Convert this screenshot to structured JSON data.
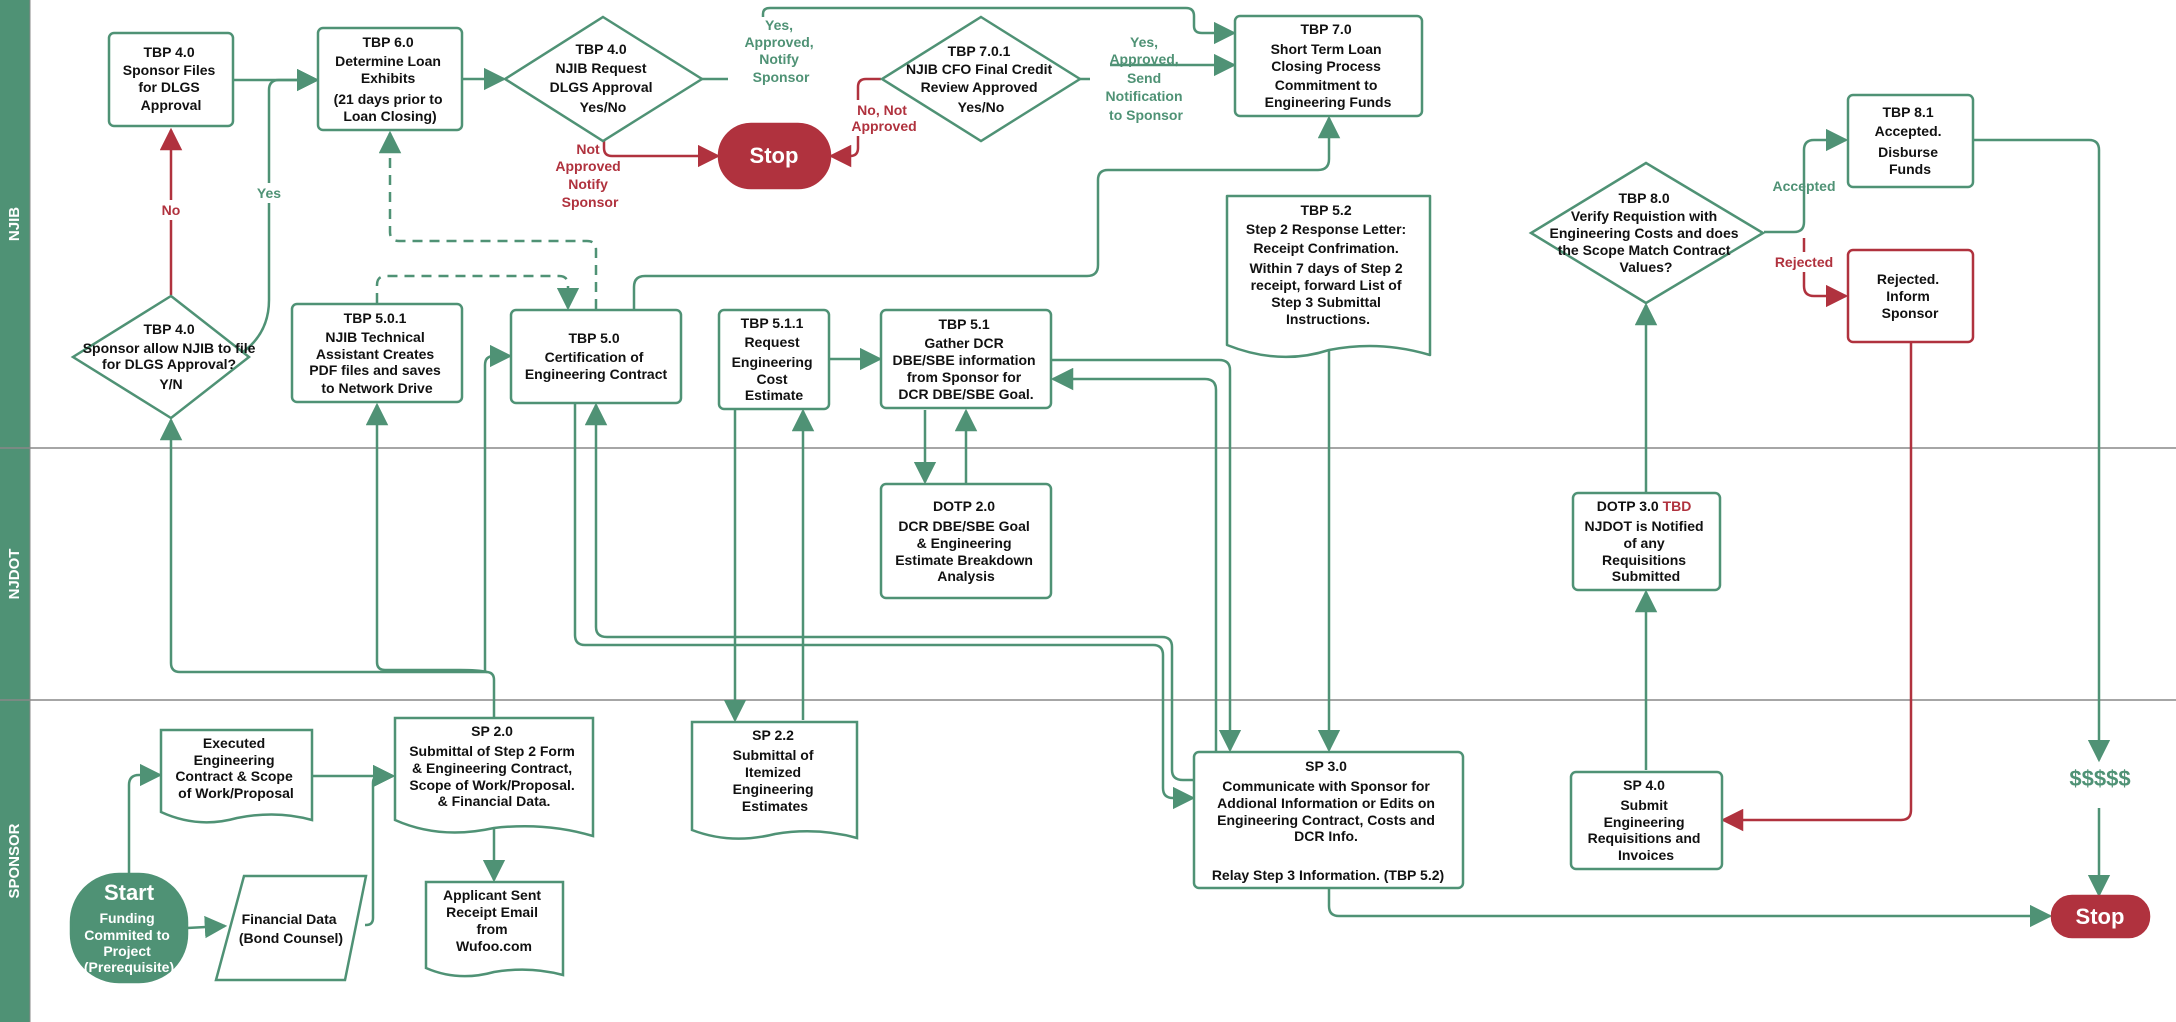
{
  "colors": {
    "green": "#4f9275",
    "red": "#b0323e",
    "lane_bar": "#4f9275",
    "divider": "#888888"
  },
  "lanes": [
    "NJIB",
    "NJDOT",
    "SPONSOR"
  ],
  "nodes": {
    "tbp40_files": [
      "TBP 4.0",
      "Sponsor Files",
      "for DLGS",
      "Approval"
    ],
    "tbp60": [
      "TBP 6.0",
      "Determine Loan",
      "Exhibits",
      "(21 days prior to",
      "Loan Closing)"
    ],
    "tbp40_request": [
      "TBP 4.0",
      "NJIB Request",
      "DLGS Approval",
      "Yes/No"
    ],
    "tbp701": [
      "TBP 7.0.1",
      "NJIB CFO Final Credit",
      "Review Approved",
      "Yes/No"
    ],
    "tbp70": [
      "TBP 7.0",
      "Short Term Loan",
      "Closing Process",
      "Commitment to",
      "Engineering Funds"
    ],
    "tbp81": [
      "TBP 8.1",
      "Accepted.",
      "Disburse",
      "Funds"
    ],
    "tbp80": [
      "TBP 8.0",
      "Verify Requistion with",
      "Engineering Costs and does",
      "the Scope Match Contract",
      "Values?"
    ],
    "rejected": [
      "Rejected.",
      "Inform",
      "Sponsor"
    ],
    "tbp52": [
      "TBP 5.2",
      "Step 2 Response Letter:",
      "Receipt Confrimation.",
      "Within 7 days of Step 2",
      "receipt, forward List of",
      "Step 3 Submittal",
      "Instructions."
    ],
    "tbp40_allow": [
      "TBP 4.0",
      "Sponsor allow NJIB to file",
      "for DLGS Approval?",
      "Y/N"
    ],
    "tbp501": [
      "TBP 5.0.1",
      "NJIB Technical",
      "Assistant Creates",
      "PDF files and saves",
      "to Network Drive"
    ],
    "tbp50": [
      "TBP 5.0",
      "Certification of",
      "Engineering Contract"
    ],
    "tbp511": [
      "TBP 5.1.1",
      "Request",
      "Engineering",
      "Cost",
      "Estimate"
    ],
    "tbp51": [
      "TBP 5.1",
      "Gather DCR",
      "DBE/SBE information",
      "from Sponsor for",
      "DCR DBE/SBE Goal."
    ],
    "dotp20": [
      "DOTP 2.0",
      "DCR DBE/SBE Goal",
      "& Engineering",
      "Estimate Breakdown",
      "Analysis"
    ],
    "dotp30": [
      "DOTP 3.0",
      "TBD",
      "NJDOT is Notified",
      "of any",
      "Requisitions",
      "Submitted"
    ],
    "executed": [
      "Executed",
      "Engineering",
      "Contract & Scope",
      "of Work/Proposal"
    ],
    "sp20": [
      "SP 2.0",
      "Submittal of Step 2 Form",
      "& Engineering Contract,",
      "Scope of Work/Proposal.",
      "& Financial Data."
    ],
    "sp22": [
      "SP 2.2",
      "Submittal of",
      "Itemized",
      "Engineering",
      "Estimates"
    ],
    "sp30": [
      "SP 3.0",
      "Communicate with Sponsor for",
      "Addional Information or Edits on",
      "Engineering Contract, Costs and",
      "DCR Info.",
      "Relay Step 3 Information. (TBP 5.2)"
    ],
    "sp40": [
      "SP 4.0",
      "Submit",
      "Engineering",
      "Requisitions and",
      "Invoices"
    ],
    "financial": [
      "Financial Data",
      "(Bond Counsel)"
    ],
    "applicant": [
      "Applicant Sent",
      "Receipt Email",
      "from",
      "Wufoo.com"
    ],
    "start": [
      "Start",
      "Funding",
      "Commited to",
      "Project",
      "(Prerequisite)"
    ],
    "stop_top": "Stop",
    "stop_bottom": "Stop",
    "money": "$$$$$"
  },
  "edge_labels": {
    "no": "No",
    "yes": "Yes",
    "yes_approved_notify": [
      "Yes,",
      "Approved,",
      "Notify",
      "Sponsor"
    ],
    "not_approved_notify": [
      "Not",
      "Approved",
      "Notify",
      "Sponsor"
    ],
    "no_not_approved": [
      "No, Not",
      "Approved"
    ],
    "yes_approved_send": [
      "Yes,",
      "Approved,",
      "Send",
      "Notification",
      "to Sponsor"
    ],
    "accepted": "Accepted",
    "rejected": "Rejected"
  }
}
